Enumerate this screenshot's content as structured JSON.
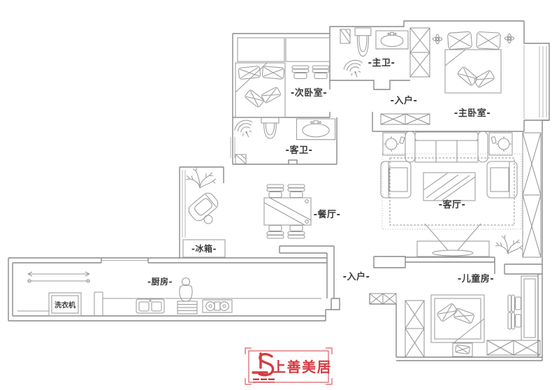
{
  "colors": {
    "background": "#ffffff",
    "wall_gray": "#898989",
    "furniture_gray": "#9a9a9a",
    "label_dark": "#3b3b3b",
    "logo_red": "#d63a41"
  },
  "labels": {
    "secondary_bedroom": "-次卧室-",
    "master_bathroom": "-主卫-",
    "entry_upper": "-入户-",
    "master_bedroom": "-主卧室-",
    "guest_bathroom": "-客卫-",
    "dining_room": "-餐厅-",
    "living_room": "-客厅-",
    "refrigerator": "-冰箱-",
    "kitchen": "-厨房-",
    "washing_machine": "洗衣机",
    "entry_lower": "-入户-",
    "kids_room": "-儿童房-"
  },
  "logo": {
    "name": "上善美居"
  }
}
